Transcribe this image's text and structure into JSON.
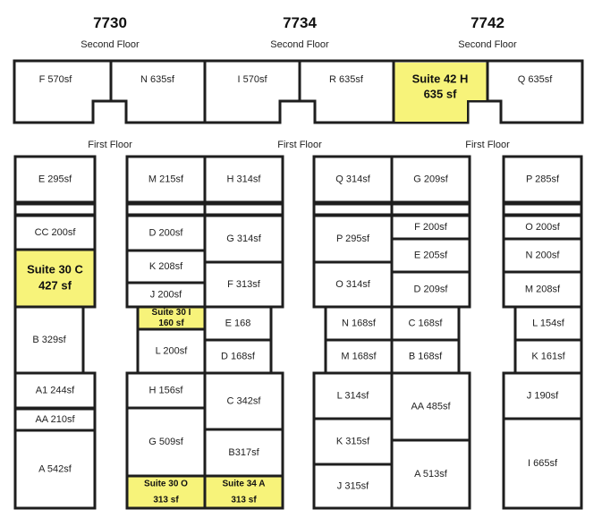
{
  "buildings": [
    {
      "number": "7730",
      "second_floor": "Second Floor",
      "first_floor": "First Floor"
    },
    {
      "number": "7734",
      "second_floor": "Second Floor",
      "first_floor": "First Floor"
    },
    {
      "number": "7742",
      "second_floor": "Second Floor",
      "first_floor": "First Floor"
    }
  ],
  "highlight_color": "#f7f37a",
  "second_floor_rooms": {
    "F": "F 570sf",
    "N": "N 635sf",
    "I": "I 570sf",
    "R": "R 635sf",
    "S42H": [
      "Suite 42 H",
      "635 sf"
    ],
    "Q": "Q 635sf"
  },
  "rooms": {
    "c1_E": "E 295sf",
    "c1_CC": "CC 200sf",
    "c1_S30C": [
      "Suite 30 C",
      "427 sf"
    ],
    "c1_B": "B 329sf",
    "c1_A1": "A1 244sf",
    "c1_AA": "AA 210sf",
    "c1_A": "A 542sf",
    "c2_M": "M 215sf",
    "c2_H": "H 314sf",
    "c2_D": "D 200sf",
    "c2_G": "G 314sf",
    "c2_K": "K 208sf",
    "c2_F": "F 313sf",
    "c2_J": "J 200sf",
    "c2_S30I": [
      "Suite 30 I",
      "160 sf"
    ],
    "c2_E": "E 168",
    "c2_L": "L 200sf",
    "c2_D2": "D 168sf",
    "c2_H2": "H 156sf",
    "c2_C": "C 342sf",
    "c2_G2": "G 509sf",
    "c2_B": "B317sf",
    "c2_S30O": [
      "Suite 30 O",
      "313 sf"
    ],
    "c2_S34A": [
      "Suite 34 A",
      "313 sf"
    ],
    "c3_Q": "Q 314sf",
    "c3_G": "G 209sf",
    "c3_P": "P 295sf",
    "c3_F": "F 200sf",
    "c3_E": "E 205sf",
    "c3_O": "O 314sf",
    "c3_D": "D 209sf",
    "c3_N": "N 168sf",
    "c3_C": "C 168sf",
    "c3_M": "M 168sf",
    "c3_B": "B 168sf",
    "c3_L": "L 314sf",
    "c3_AA": "AA 485sf",
    "c3_K": "K 315sf",
    "c3_A": "A 513sf",
    "c3_J": "J 315sf",
    "c4_P": "P 285sf",
    "c4_O": "O 200sf",
    "c4_N": "N 200sf",
    "c4_M": "M 208sf",
    "c4_L": "L 154sf",
    "c4_K": "K 161sf",
    "c4_J": "J 190sf",
    "c4_I": "I 665sf"
  }
}
